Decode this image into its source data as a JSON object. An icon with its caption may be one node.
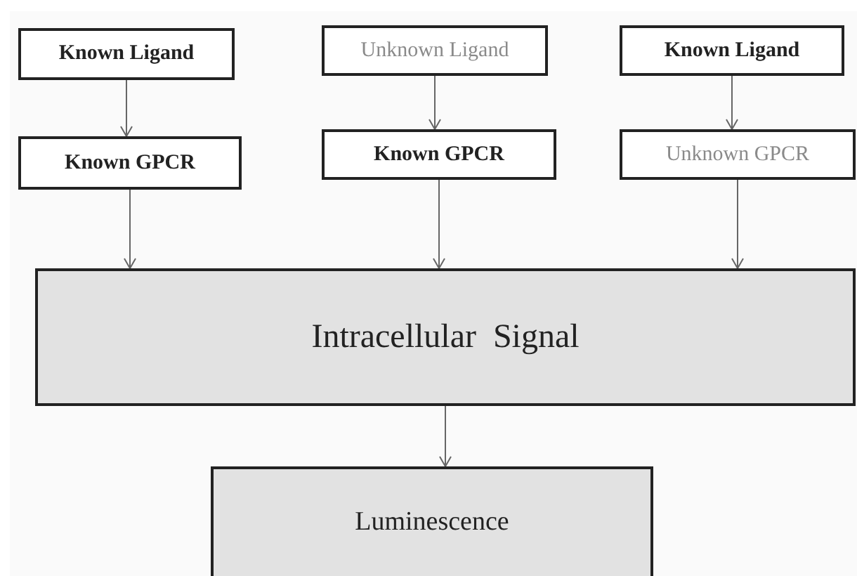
{
  "diagram": {
    "nodes": [
      {
        "text": [
          "Known Ligand"
        ]
      },
      {
        "text": [
          "Unknown Ligand"
        ]
      },
      {
        "text": [
          "Known Ligand"
        ]
      },
      {
        "text": [
          "Known GPCR"
        ]
      },
      {
        "text": [
          "Known GPCR"
        ]
      },
      {
        "text": [
          "Unknown GPCR"
        ]
      },
      {
        "text": [
          "Intracellular  Signal"
        ]
      },
      {
        "text": [
          "Luminescence"
        ]
      }
    ],
    "edges": [
      {
        "from": 0,
        "to": 3,
        "arrow": "to"
      },
      {
        "from": 1,
        "to": 4,
        "arrow": "to"
      },
      {
        "from": 2,
        "to": 5,
        "arrow": "to"
      },
      {
        "from": 3,
        "to": 6,
        "arrow": "to"
      },
      {
        "from": 4,
        "to": 6,
        "arrow": "to"
      },
      {
        "from": 5,
        "to": 6,
        "arrow": "to"
      },
      {
        "from": 6,
        "to": 7,
        "arrow": "to"
      }
    ]
  }
}
